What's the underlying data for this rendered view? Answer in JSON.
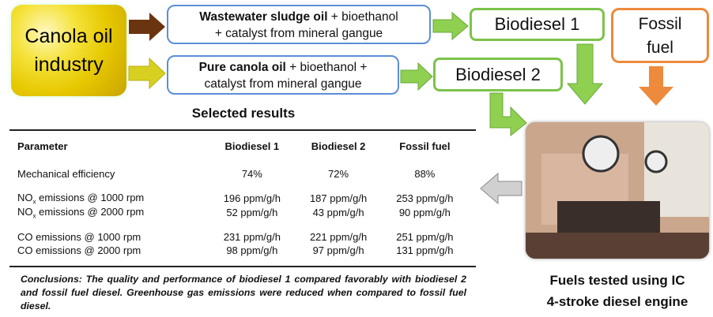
{
  "source": {
    "label_line1": "Canola oil",
    "label_line2": "industry"
  },
  "feed1": {
    "bold": "Wastewater sludge oil",
    "rest1": " + bioethanol",
    "line2": "+ catalyst from mineral gangue"
  },
  "feed2": {
    "bold": "Pure canola oil",
    "rest1": " + bioethanol +",
    "line2": "catalyst from mineral gangue"
  },
  "products": {
    "biodiesel1": "Biodiesel 1",
    "biodiesel2": "Biodiesel 2",
    "fossil_line1": "Fossil",
    "fossil_line2": "fuel"
  },
  "results": {
    "title": "Selected results",
    "headers": [
      "Parameter",
      "Biodiesel 1",
      "Biodiesel 2",
      "Fossil fuel"
    ],
    "rows": [
      {
        "p": "Mechanical efficiency",
        "b1": "74%",
        "b2": "72%",
        "f": "88%"
      },
      {
        "p": "NOx emissions @ 1000 rpm",
        "b1": "196 ppm/g/h",
        "b2": "187 ppm/g/h",
        "f": "253 ppm/g/h"
      },
      {
        "p": "NOx emissions @ 2000 rpm",
        "b1": "52 ppm/g/h",
        "b2": "43 ppm/g/h",
        "f": "90 ppm/g/h"
      },
      {
        "p": "CO emissions @ 1000 rpm",
        "b1": "231 ppm/g/h",
        "b2": "221 ppm/g/h",
        "f": "251 ppm/g/h"
      },
      {
        "p": "CO emissions @ 2000 rpm",
        "b1": "98 ppm/g/h",
        "b2": "97 ppm/g/h",
        "f": "131 ppm/g/h"
      }
    ],
    "nox_prefix": "NO",
    "nox_sub": "x",
    "nox_1000": " emissions @ 1000 rpm",
    "nox_2000": " emissions @ 2000 rpm"
  },
  "conclusion": "Conclusions: The quality and performance of biodiesel 1 compared favorably with biodiesel 2 and fossil fuel diesel. Greenhouse gas emissions were reduced when compared to fossil fuel diesel.",
  "engine": {
    "caption_line1": "Fuels tested using IC",
    "caption_line2": "4-stroke diesel engine"
  },
  "colors": {
    "blue": "#5b8fd6",
    "green": "#7bc34a",
    "orange": "#ee8a3c",
    "brown": "#6b3410",
    "yellow": "#d8d020",
    "gray": "#999999"
  }
}
